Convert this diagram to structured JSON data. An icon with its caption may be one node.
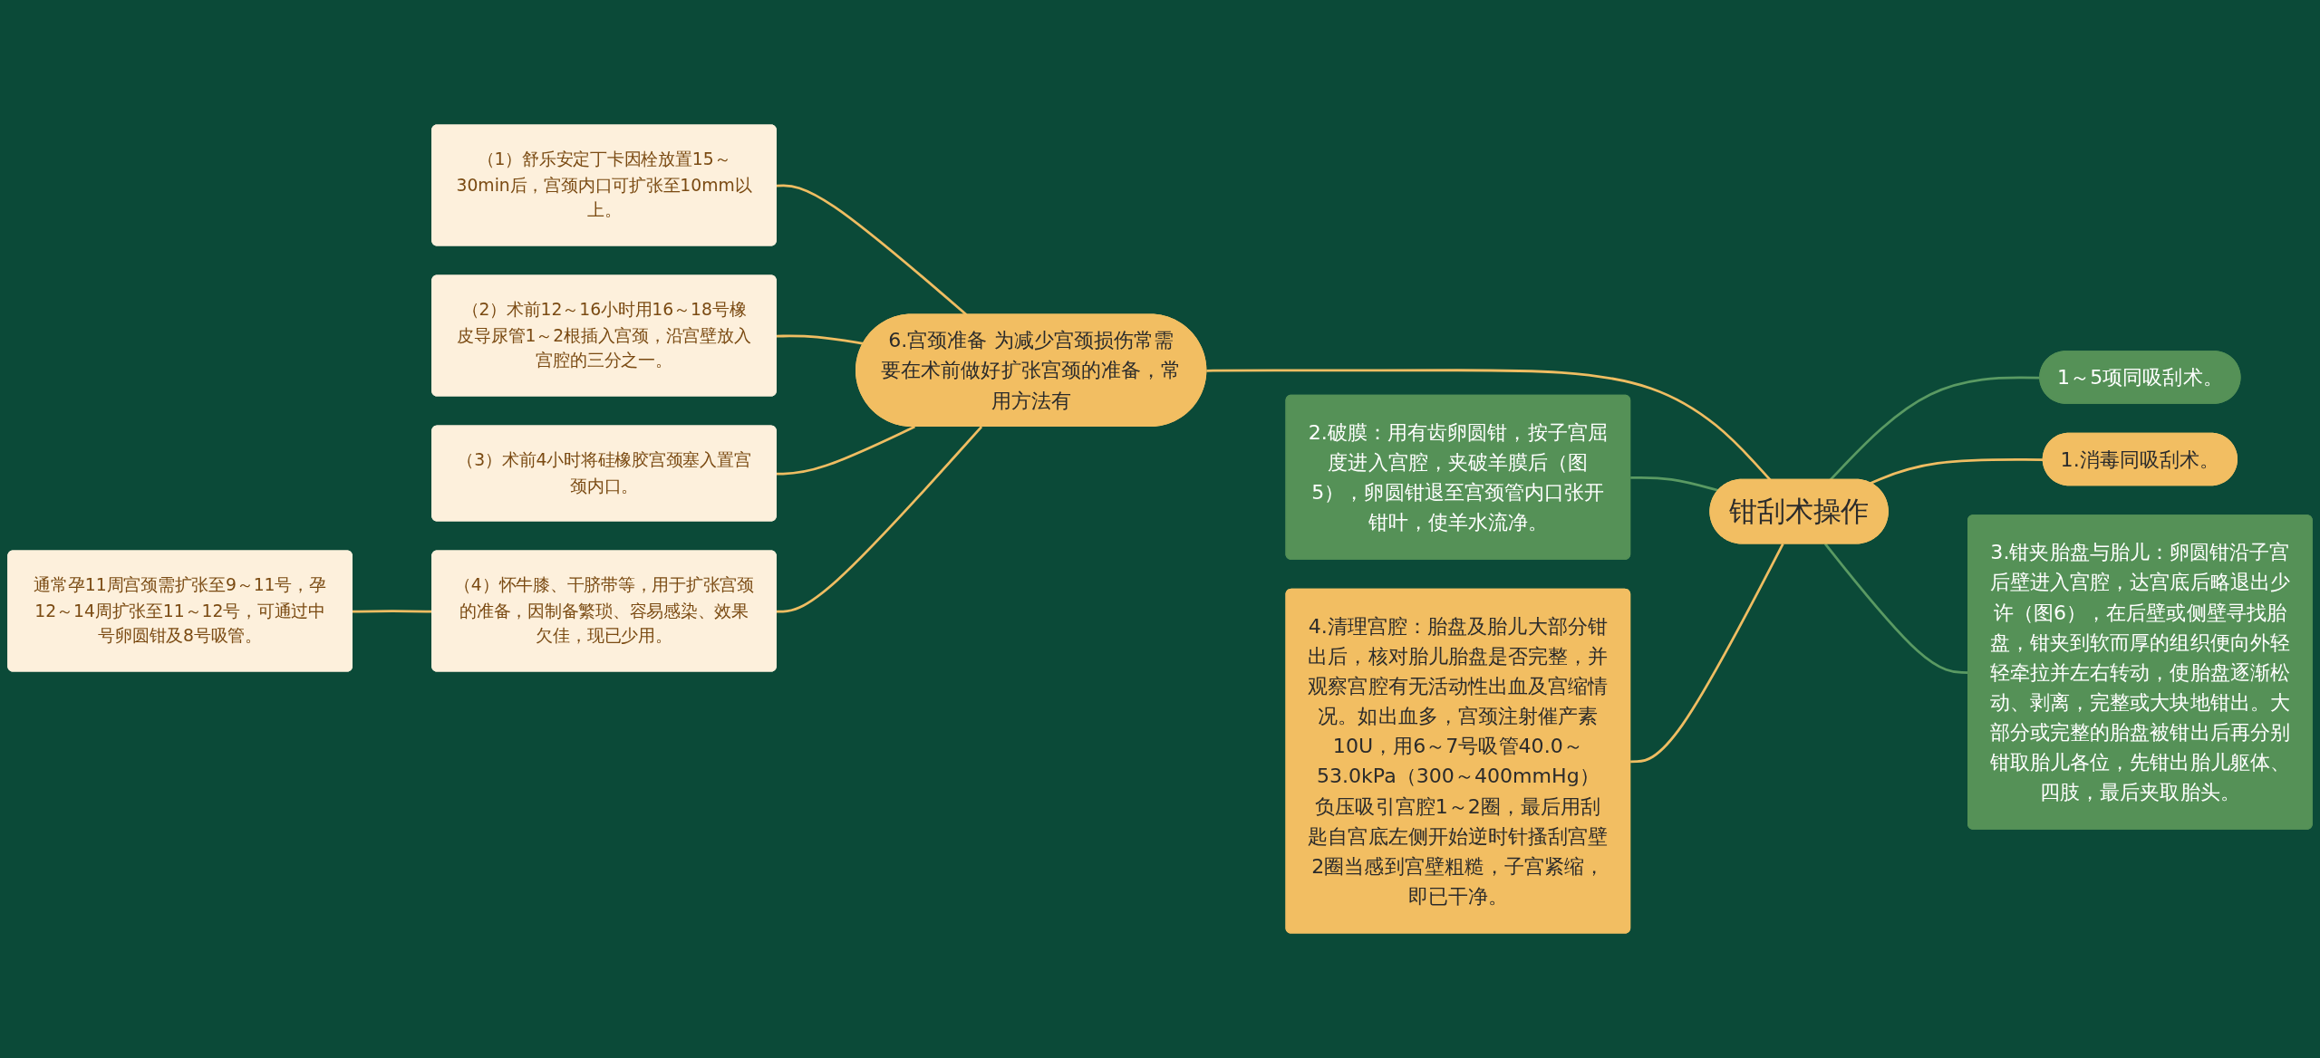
{
  "diagram": {
    "nodes": [
      {
        "text": [
          "钳刮术操作"
        ]
      },
      {
        "text": [
          "6.宫颈准备 为减少宫颈损伤常需要在术前做好扩张宫颈的准备，常用方法有"
        ]
      },
      {
        "text": [
          "（1）舒乐安定丁卡因栓放置15～30min后，宫颈内口可扩张至10mm以上。"
        ]
      },
      {
        "text": [
          "（2）术前12～16小时用16～18号橡皮导尿管1～2根插入宫颈，沿宫壁放入宫腔的三分之一。"
        ]
      },
      {
        "text": [
          "（3）术前4小时将硅橡胶宫颈塞入置宫颈内口。"
        ]
      },
      {
        "text": [
          "（4）怀牛膝、干脐带等，用于扩张宫颈的准备，因制备繁琐、容易感染、效果欠佳，现已少用。"
        ]
      },
      {
        "text": [
          "通常孕11周宫颈需扩张至9～11号，孕12～14周扩张至11～12号，可通过中号卵圆钳及8号吸管。"
        ]
      },
      {
        "text": [
          "1～5项同吸刮术。"
        ]
      },
      {
        "text": [
          "1.消毒同吸刮术。"
        ]
      },
      {
        "text": [
          "2.破膜：用有齿卵圆钳，按子宫屈度进入宫腔，夹破羊膜后（图5），卵圆钳退至宫颈管内口张开钳叶，使羊水流净。"
        ]
      },
      {
        "text": [
          "3.钳夹胎盘与胎儿：卵圆钳沿子宫后壁进入宫腔，达宫底后略退出少许（图6），在后壁或侧壁寻找胎盘，钳夹到软而厚的组织便向外轻轻牵拉并左右转动，使胎盘逐渐松动、剥离，完整或大块地钳出。大部分或完整的胎盘被钳出后再分别钳取胎儿各位，先钳出胎儿躯体、四肢，最后夹取胎头。"
        ]
      },
      {
        "text": [
          "4.清理宫腔：胎盘及胎儿大部分钳出后，核对胎儿胎盘是否完整，并观察宫腔有无活动性出血及宫缩情况。如出血多，宫颈注射催产素10U，用6～7号吸管40.0～53.0kPa（300～400mmHg）负压吸引宫腔1～2圈，最后用刮匙自宫底左侧开始逆时针搔刮宫壁2圈当感到宫壁粗糙，子宫紧缩，即已干净。"
        ]
      }
    ],
    "edges": [
      {
        "from": 1,
        "to": 0,
        "arrow": "none"
      },
      {
        "from": 2,
        "to": 1,
        "arrow": "none"
      },
      {
        "from": 3,
        "to": 1,
        "arrow": "none"
      },
      {
        "from": 4,
        "to": 1,
        "arrow": "none"
      },
      {
        "from": 5,
        "to": 1,
        "arrow": "none"
      },
      {
        "from": 6,
        "to": 5,
        "arrow": "none"
      },
      {
        "from": 0,
        "to": 7,
        "arrow": "none",
        "color": "#5a9a63"
      },
      {
        "from": 0,
        "to": 8,
        "arrow": "none"
      },
      {
        "from": 9,
        "to": 0,
        "arrow": "none",
        "color": "#5a9a63"
      },
      {
        "from": 0,
        "to": 10,
        "arrow": "none",
        "color": "#5a9a63"
      },
      {
        "from": 11,
        "to": 0,
        "arrow": "none"
      }
    ]
  }
}
